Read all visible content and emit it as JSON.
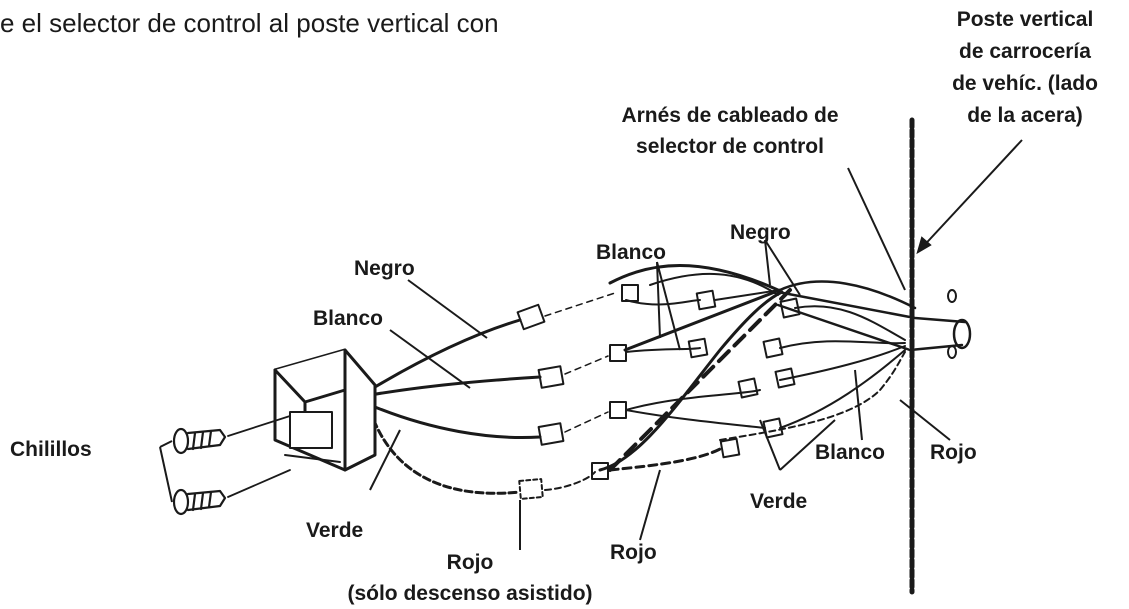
{
  "caption": "e el selector de control al poste vertical con",
  "labels": {
    "poste_1": "Poste vertical",
    "poste_2": "de carrocería",
    "poste_3": "de vehíc. (lado",
    "poste_4": "de la acera)",
    "arnes_1": "Arnés de cableado de",
    "arnes_2": "selector de control",
    "negro_left": "Negro",
    "blanco_center": "Blanco",
    "negro_top": "Negro",
    "blanco_left": "Blanco",
    "chilillos": "Chilillos",
    "verde_left": "Verde",
    "rojo_bottom_1": "Rojo",
    "rojo_bottom_2": "(sólo descenso asistido)",
    "rojo_mid": "Rojo",
    "verde_right": "Verde",
    "blanco_right": "Blanco",
    "rojo_right": "Rojo"
  }
}
